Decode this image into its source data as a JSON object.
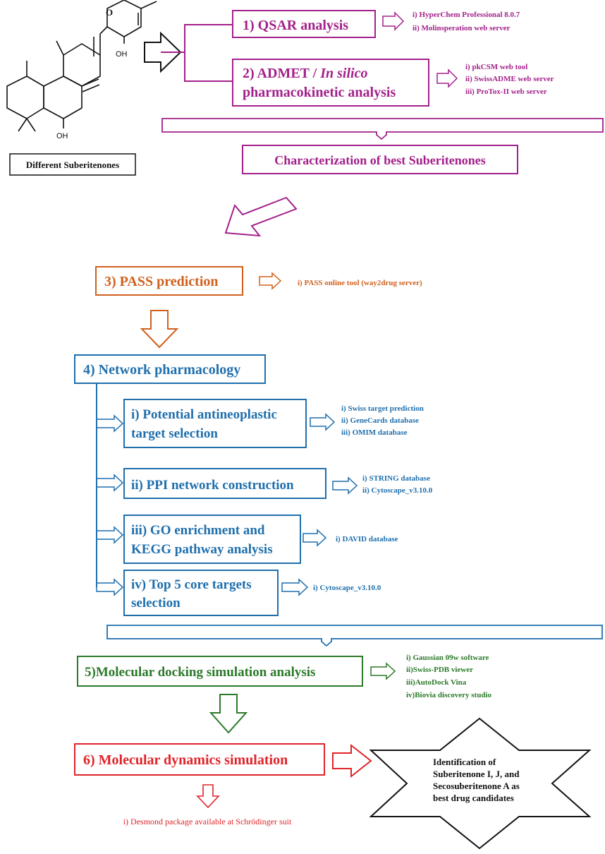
{
  "colors": {
    "purple": "#a3208a",
    "orange": "#d0611d",
    "blue": "#1f6fad",
    "green": "#2c7a2a",
    "red": "#e0242a",
    "black": "#111111"
  },
  "compound": {
    "label": "Different Suberitenones",
    "atoms": {
      "oxo": "O",
      "oh_ring": "OH",
      "oh_bottom": "OH"
    }
  },
  "steps": {
    "qsar": {
      "title": "1) QSAR analysis",
      "tools": [
        "i) HyperChem Professional 8.0.7",
        "ii) Molinsperation web server"
      ]
    },
    "admet": {
      "title_prefix": "2) ADMET / ",
      "title_italic": "In silico",
      "title_line2": "pharmacokinetic analysis",
      "tools": [
        "i) pkCSM web tool",
        "ii) SwissADME web server",
        "iii) ProTox-II web server"
      ]
    },
    "characterization": {
      "title": "Characterization of best Suberitenones"
    },
    "pass": {
      "title": "3) PASS  prediction",
      "tools": [
        "i) PASS online tool (way2drug server)"
      ]
    },
    "network": {
      "title": "4) Network pharmacology",
      "sub": [
        {
          "lines": [
            "i) Potential antineoplastic",
            "target selection"
          ],
          "tools": [
            "i) Swiss target prediction",
            "ii) GeneCards database",
            "iii) OMIM database"
          ]
        },
        {
          "lines": [
            "ii) PPI network construction"
          ],
          "tools": [
            "i) STRING database",
            "ii) Cytoscape_v3.10.0"
          ]
        },
        {
          "lines": [
            "iii) GO enrichment and",
            "KEGG pathway analysis"
          ],
          "tools": [
            "i) DAVID database"
          ]
        },
        {
          "lines": [
            "iv) Top 5 core targets",
            "selection"
          ],
          "tools": [
            "i) Cytoscape_v3.10.0"
          ]
        }
      ]
    },
    "docking": {
      "title": "5)Molecular docking simulation analysis",
      "tools": [
        "i) Gaussian 09w software",
        "ii)Swiss-PDB viewer",
        "iii)AutoDock Vina",
        "iv)Biovia discovery studio"
      ]
    },
    "dynamics": {
      "title": "6) Molecular dynamics simulation",
      "tools": [
        "i) Desmond package available at Schrödinger suit"
      ]
    }
  },
  "result": {
    "lines": [
      "Identification of",
      "Suberitenone I, J, and",
      "Secosuberitenone A as",
      "best drug candidates"
    ]
  }
}
